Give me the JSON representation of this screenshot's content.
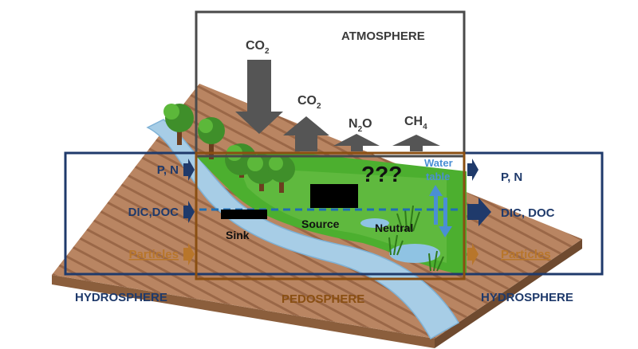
{
  "atmosphere": {
    "title": "ATMOSPHERE",
    "gases": [
      {
        "base": "CO",
        "sub": "2",
        "direction": "down"
      },
      {
        "base": "CO",
        "sub": "2",
        "direction": "up"
      },
      {
        "base": "N",
        "sub": "2",
        "suffix": "O",
        "direction": "up"
      },
      {
        "base": "CH",
        "sub": "4",
        "direction": "up"
      }
    ]
  },
  "unknown_label": "???",
  "water_table": {
    "line1": "Water",
    "line2": "table"
  },
  "fluxes": {
    "in": [
      "P, N",
      "DIC,DOC",
      "Particles"
    ],
    "out": [
      "P, N",
      "DIC, DOC",
      "Particles"
    ]
  },
  "roles": {
    "sink": "Sink",
    "source": "Source",
    "neutral": "Neutral"
  },
  "spheres": {
    "hydro_left": "HYDROSPHERE",
    "pedo": "PEDOSPHERE",
    "hydro_right": "HYDROSPHERE"
  },
  "colors": {
    "atmosphere_frame": "#4a4a4a",
    "hydro": "#1f3a6b",
    "pedo": "#8a4f12",
    "particles": "#b8762b",
    "water_blue": "#4a8fd4",
    "soil": "#b57f5a",
    "grass": "#4caf2f",
    "river": "#a7cde6",
    "gray_arrow": "#555555"
  }
}
